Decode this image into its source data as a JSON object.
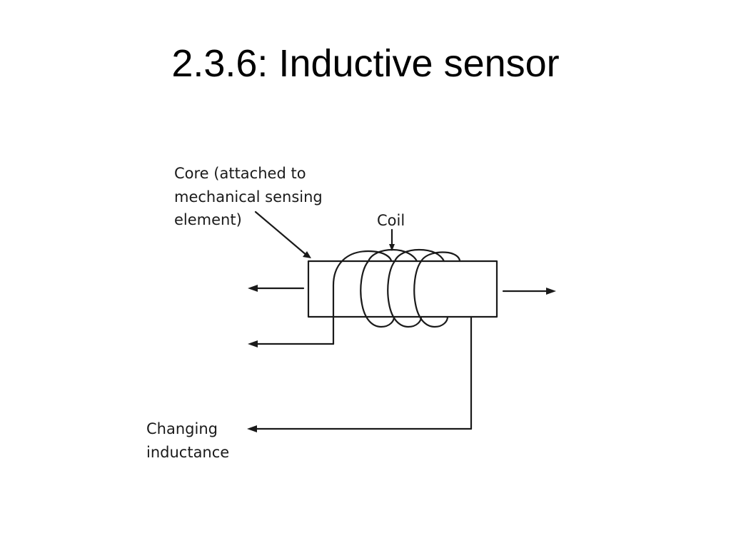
{
  "slide": {
    "title": "2.3.6: Inductive sensor"
  },
  "diagram": {
    "core_label_lines": [
      "Core (attached to",
      "mechanical sensing",
      "element)"
    ],
    "coil_label": "Coil",
    "output_label_lines": [
      "Changing",
      "inductance"
    ]
  },
  "colors": {
    "ink": "#1a1a1a",
    "background": "#ffffff"
  }
}
